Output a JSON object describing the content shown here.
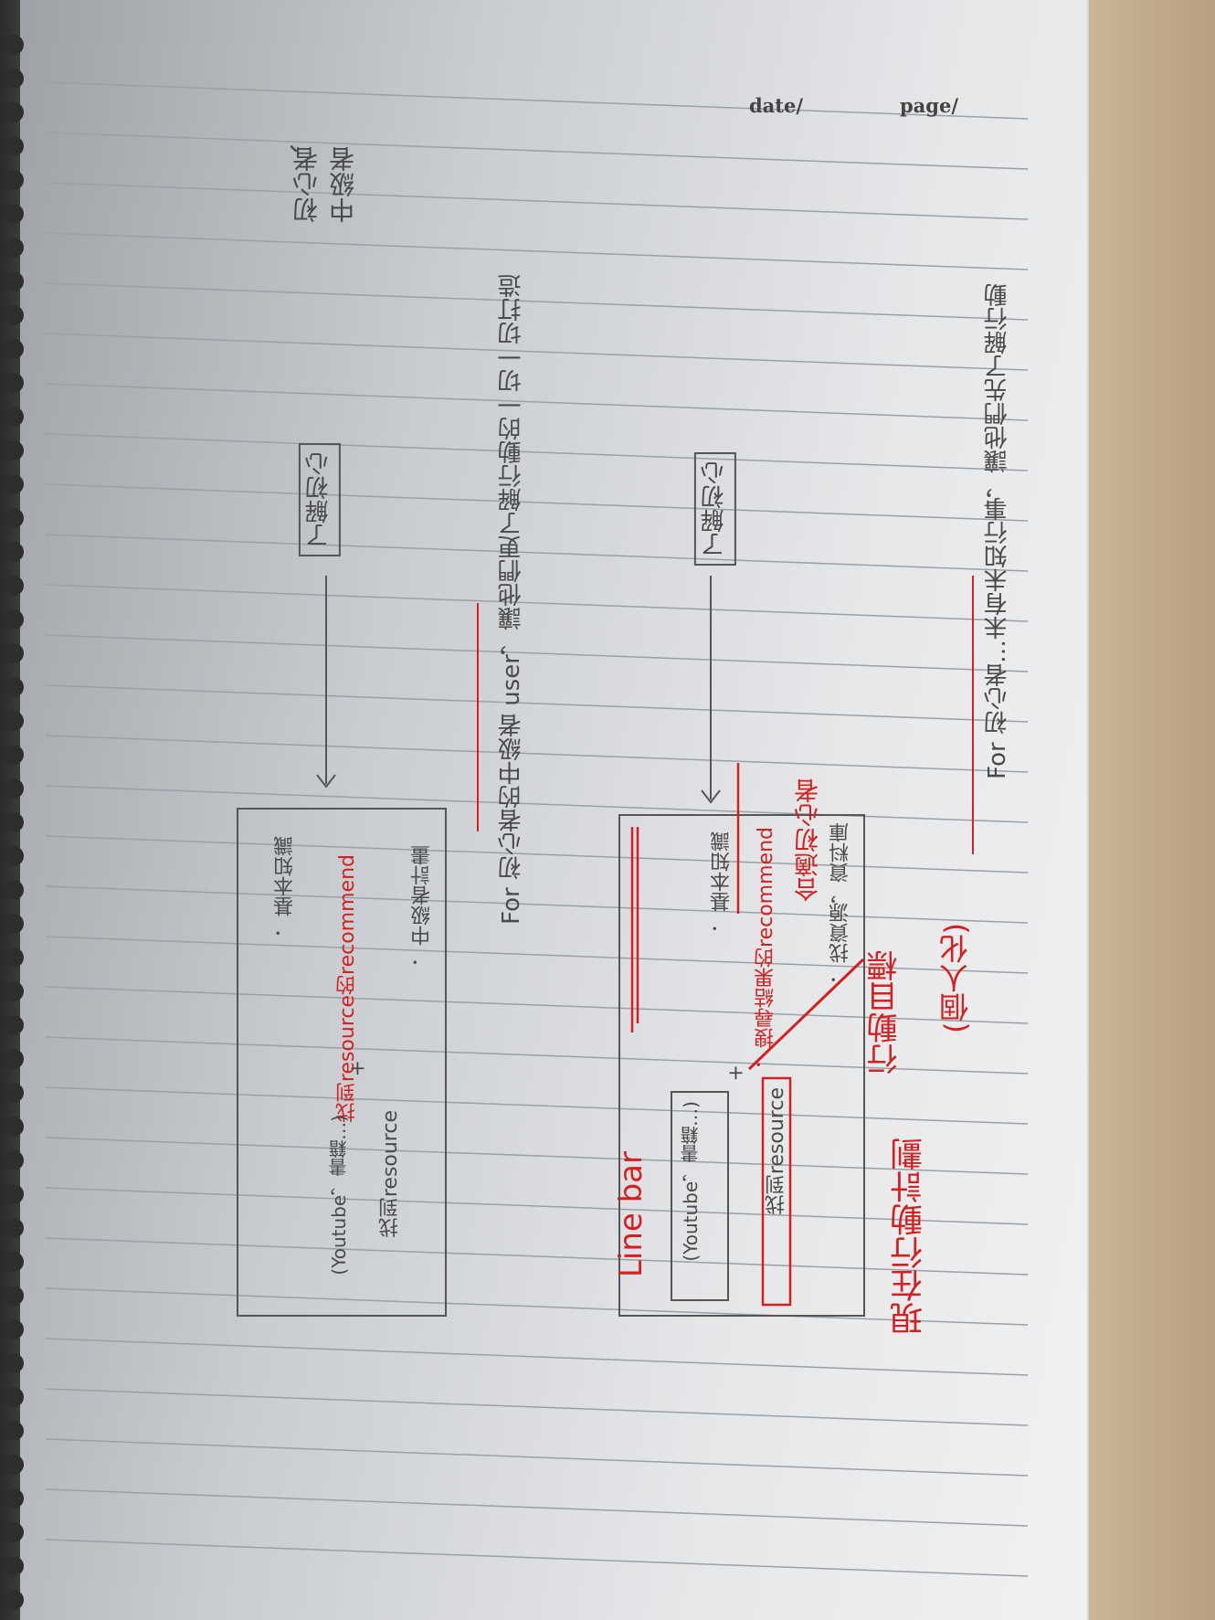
{
  "header": {
    "date_label": "date/",
    "page_label": "page/"
  },
  "left_notes": {
    "bullet": "、",
    "note_1": "初心者",
    "note_2": "中級者"
  },
  "main_text_1": "For 初心者…未有未知行事，讓他們先了解行動",
  "main_text_2": "For 初心者的中級者 user，讓他們更了解行動的一切一切打造",
  "node_1": "了解初心",
  "node_2": "了解初心",
  "box1": {
    "red_title": "合適初心者",
    "item_1": "．找資源，資料庫",
    "item_2": "．搜尋結果的recommend",
    "item_3": "．基本知識",
    "plus": "+",
    "resource": "找到resource",
    "youtube": "(Youtube，書籍…)",
    "line_bar": "Line bar",
    "red_1": "(個人化)",
    "red_2": "行動目標",
    "red_3": "現在行動計劃"
  },
  "box2": {
    "item_1": "．中級者計畫",
    "item_2": "找到resource的recommend",
    "item_3": "．基本知識",
    "plus": "+",
    "resource": "找到resource",
    "youtube": "(Youtube，書籍…)"
  }
}
